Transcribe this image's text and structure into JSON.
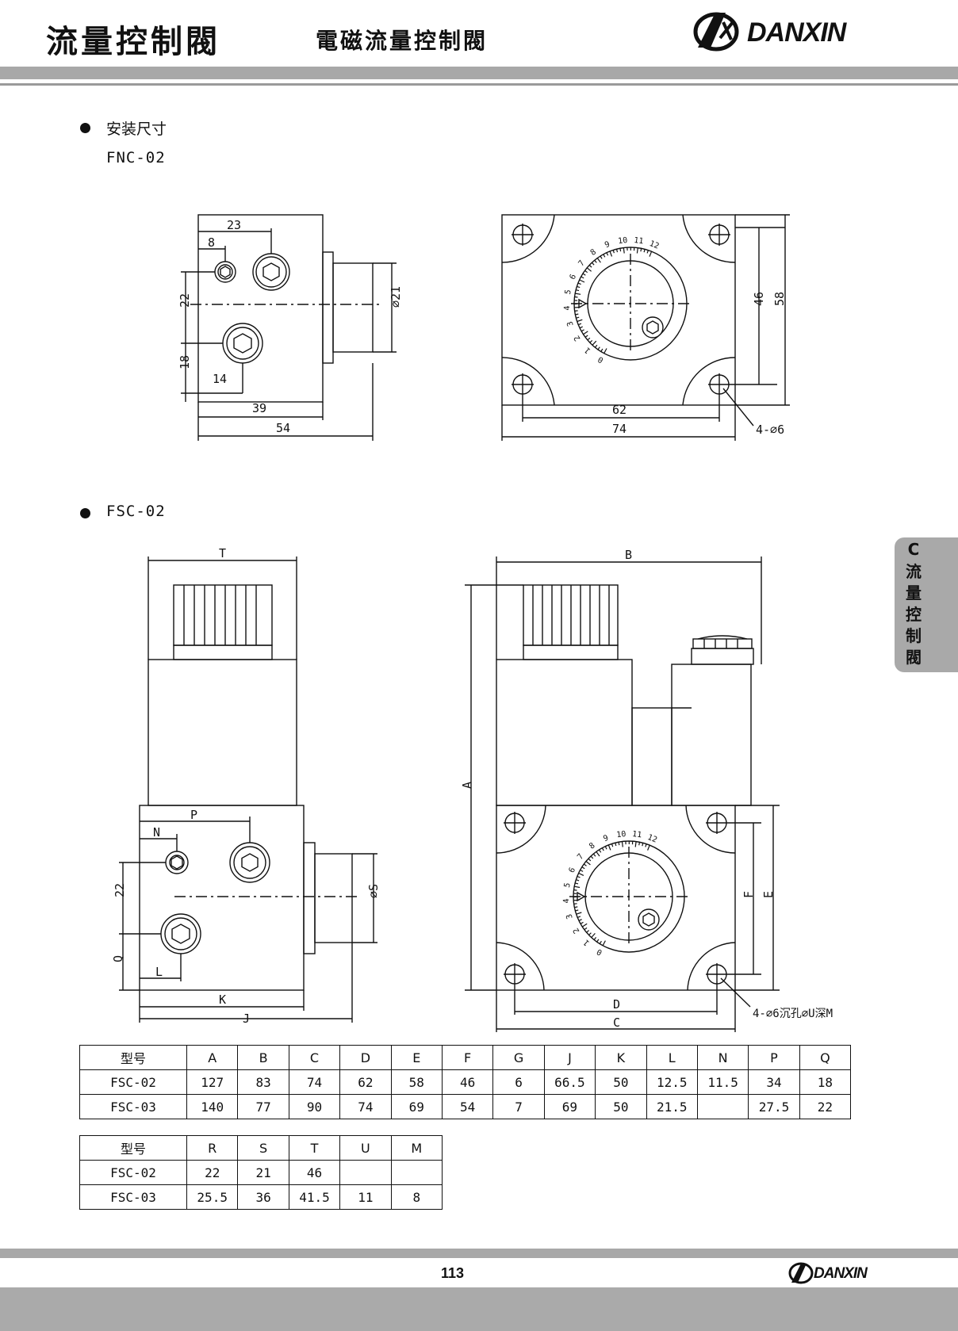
{
  "header": {
    "title_main": "流量控制閥",
    "title_sub": "電磁流量控制閥",
    "brand": "DANXIN"
  },
  "section_fnc": {
    "label": "安装尺寸",
    "model": "FNC-02",
    "front_dims": {
      "d23": "23",
      "d8": "8",
      "d22": "22",
      "d18": "18",
      "d14": "14",
      "d39": "39",
      "d54": "54",
      "d21": "⌀21"
    },
    "top_dims": {
      "d62": "62",
      "d74": "74",
      "d46": "46",
      "d58": "58",
      "holes": "4-⌀6"
    },
    "dial_labels": [
      "0",
      "1",
      "2",
      "3",
      "4",
      "5",
      "6",
      "7",
      "8",
      "9",
      "10",
      "11",
      "12"
    ]
  },
  "section_fsc": {
    "model": "FSC-02",
    "front_dims": {
      "T": "T",
      "P": "P",
      "N": "N",
      "d22": "22",
      "Q": "Q",
      "L": "L",
      "K": "K",
      "J": "J",
      "S": "⌀S"
    },
    "side_dims": {
      "B": "B",
      "A": "A",
      "F": "F",
      "E": "E",
      "D": "D",
      "C": "C",
      "holes": "4-⌀6沉孔⌀U深M"
    }
  },
  "table1": {
    "headers": [
      "型号",
      "A",
      "B",
      "C",
      "D",
      "E",
      "F",
      "G",
      "J",
      "K",
      "L",
      "N",
      "P",
      "Q"
    ],
    "rows": [
      [
        "FSC-02",
        "127",
        "83",
        "74",
        "62",
        "58",
        "46",
        "6",
        "66.5",
        "50",
        "12.5",
        "11.5",
        "34",
        "18"
      ],
      [
        "FSC-03",
        "140",
        "77",
        "90",
        "74",
        "69",
        "54",
        "7",
        "69",
        "50",
        "21.5",
        "",
        "27.5",
        "22"
      ]
    ]
  },
  "table2": {
    "headers": [
      "型号",
      "R",
      "S",
      "T",
      "U",
      "M"
    ],
    "rows": [
      [
        "FSC-02",
        "22",
        "21",
        "46",
        "",
        ""
      ],
      [
        "FSC-03",
        "25.5",
        "36",
        "41.5",
        "11",
        "8"
      ]
    ]
  },
  "side_tab": {
    "letter": "C",
    "text": "流\n量\n控\n制\n閥"
  },
  "footer": {
    "page_number": "113",
    "brand": "DANXIN"
  }
}
